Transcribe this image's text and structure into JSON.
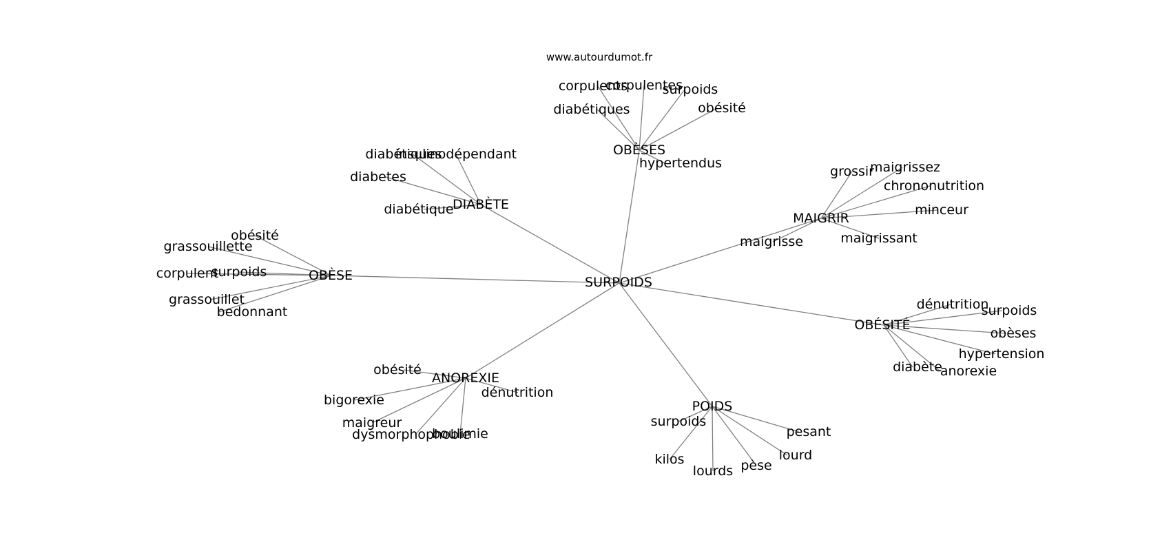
{
  "header": {
    "site": "www.autourdumot.fr"
  },
  "graph": {
    "center": "SURPOIDS",
    "clusters": [
      {
        "hub": "OBÈSES",
        "words": [
          "corpulents",
          "corpulentes",
          "surpoids",
          "obésité",
          "diabétiques",
          "hypertendus"
        ]
      },
      {
        "hub": "DIABÈTE",
        "words": [
          "diabétiques",
          "insulinodépendant",
          "diabetes",
          "diabétique"
        ]
      },
      {
        "hub": "MAIGRIR",
        "words": [
          "grossir",
          "maigrissez",
          "chrononutrition",
          "minceur",
          "maigrissant",
          "maigrisse"
        ]
      },
      {
        "hub": "OBÈSE",
        "words": [
          "obésité",
          "grassouillette",
          "surpoids",
          "corpulent",
          "grassouillet",
          "bedonnant"
        ]
      },
      {
        "hub": "OBÉSITÉ",
        "words": [
          "dénutrition",
          "surpoids",
          "obèses",
          "hypertension",
          "anorexie",
          "diabète"
        ]
      },
      {
        "hub": "ANOREXIE",
        "words": [
          "obésité",
          "dénutrition",
          "bigorexie",
          "maigreur",
          "dysmorphophobie",
          "boulimie"
        ]
      },
      {
        "hub": "POIDS",
        "words": [
          "surpoids",
          "pesant",
          "lourd",
          "pèse",
          "lourds",
          "kilos"
        ]
      }
    ]
  }
}
